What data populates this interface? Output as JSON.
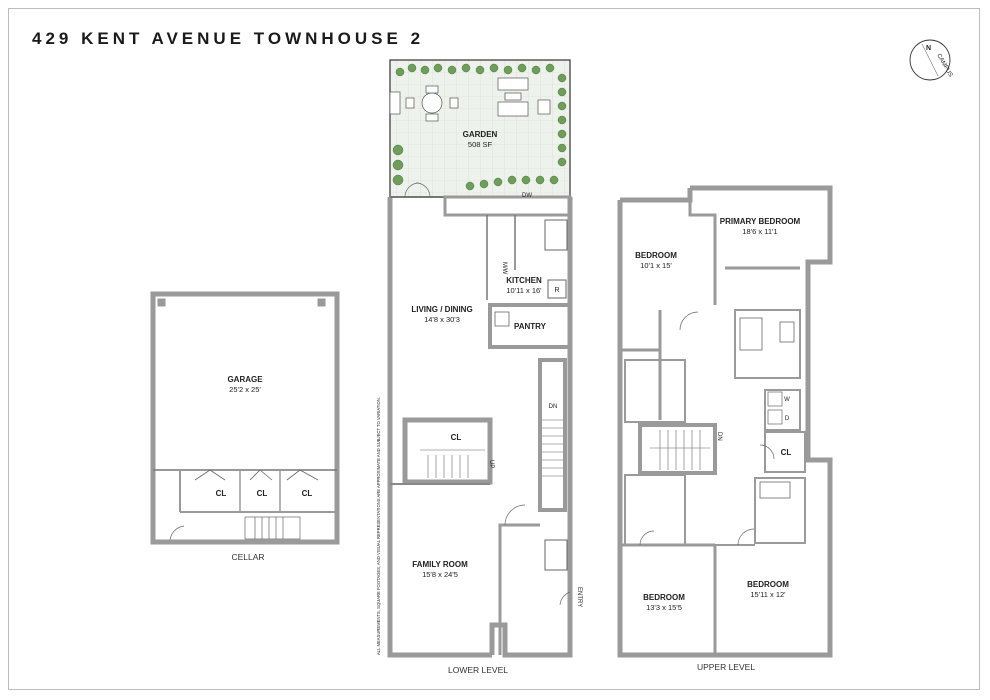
{
  "title": "429 KENT AVENUE TOWNHOUSE 2",
  "compass": {
    "n": "N",
    "label": "CAMPUS"
  },
  "disclaimer": "ALL MEASUREMENTS, SQUARE FOOTAGES, AND VISUAL REPRESENTATIONS ARE APPROXIMATE AND SUBJECT TO VARIATION.",
  "cellar": {
    "caption": "CELLAR",
    "garage_name": "GARAGE",
    "garage_dim": "25'2 x 25'",
    "closets": [
      "CL",
      "CL",
      "CL"
    ]
  },
  "lower": {
    "caption": "LOWER LEVEL",
    "garden_name": "GARDEN",
    "garden_area": "508 SF",
    "kitchen_name": "KITCHEN",
    "kitchen_dim": "10'11 x 16'",
    "living_name": "LIVING / DINING",
    "living_dim": "14'8 x 30'3",
    "pantry_name": "PANTRY",
    "closet": "CL",
    "family_name": "FAMILY ROOM",
    "family_dim": "15'8 x 24'5",
    "entry": "ENTRY",
    "fixtures": {
      "dw": "DW",
      "mw": "M/W",
      "fridge": "R",
      "dn": "DN",
      "up": "UP"
    }
  },
  "upper": {
    "caption": "UPPER LEVEL",
    "primary_name": "PRIMARY BEDROOM",
    "primary_dim": "18'6 x 11'1",
    "bed1_name": "BEDROOM",
    "bed1_dim": "10'1 x 15'",
    "bed2_name": "BEDROOM",
    "bed2_dim": "13'3 x 15'5",
    "bed3_name": "BEDROOM",
    "bed3_dim": "15'11 x 12'",
    "closet": "CL",
    "washer": "W",
    "dryer": "D",
    "dn": "DN"
  },
  "colors": {
    "wall": "#9a9a9a",
    "garden_fill": "#e9eee6",
    "plant": "#6e9e5a",
    "line": "#555555"
  }
}
